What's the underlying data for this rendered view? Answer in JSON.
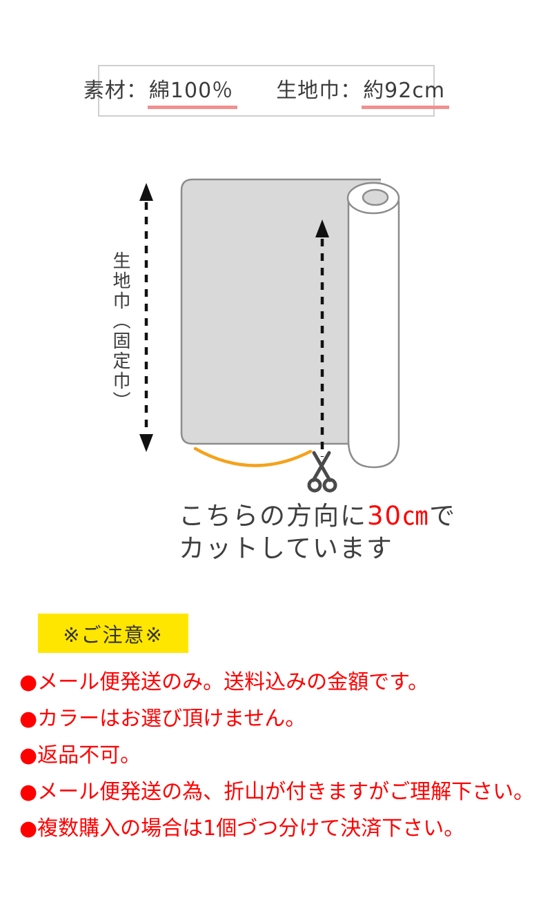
{
  "colors": {
    "accent_red": "#ff0000",
    "underline_pink": "#f28f8f",
    "highlight_yellow": "#ffe600",
    "fabric_gray": "#d9d9d9",
    "outline_gray": "#8c8c8c",
    "arrow_black": "#111111",
    "arc_orange": "#f5a21b",
    "scissors_gray": "#4a4a4a",
    "text_dark": "#3c3c3c"
  },
  "spec_box": {
    "material_label": "素材：",
    "material_value": "綿100％",
    "width_label": "生地巾：",
    "width_value": "約92cm"
  },
  "diagram": {
    "width_axis_label": "生地巾（固定巾）",
    "icons": {
      "width_arrow": "dashed-double-arrow-vertical",
      "cut_arrow": "dashed-arrow-up",
      "scissors": "scissors-icon",
      "arc": "cut-length-arc",
      "roll": "fabric-roll"
    },
    "caption": {
      "line1_pre": "こちらの方向に",
      "highlight": "30㎝",
      "line1_post": "で",
      "line2": "カットしています"
    }
  },
  "notice": {
    "title": "※ご注意※",
    "items": [
      "●メール便発送のみ。送料込みの金額です。",
      "●カラーはお選び頂けません。",
      "●返品不可。",
      "●メール便発送の為、折山が付きますがご理解下さい。",
      "●複数購入の場合は1個づつ分けて決済下さい。"
    ]
  }
}
